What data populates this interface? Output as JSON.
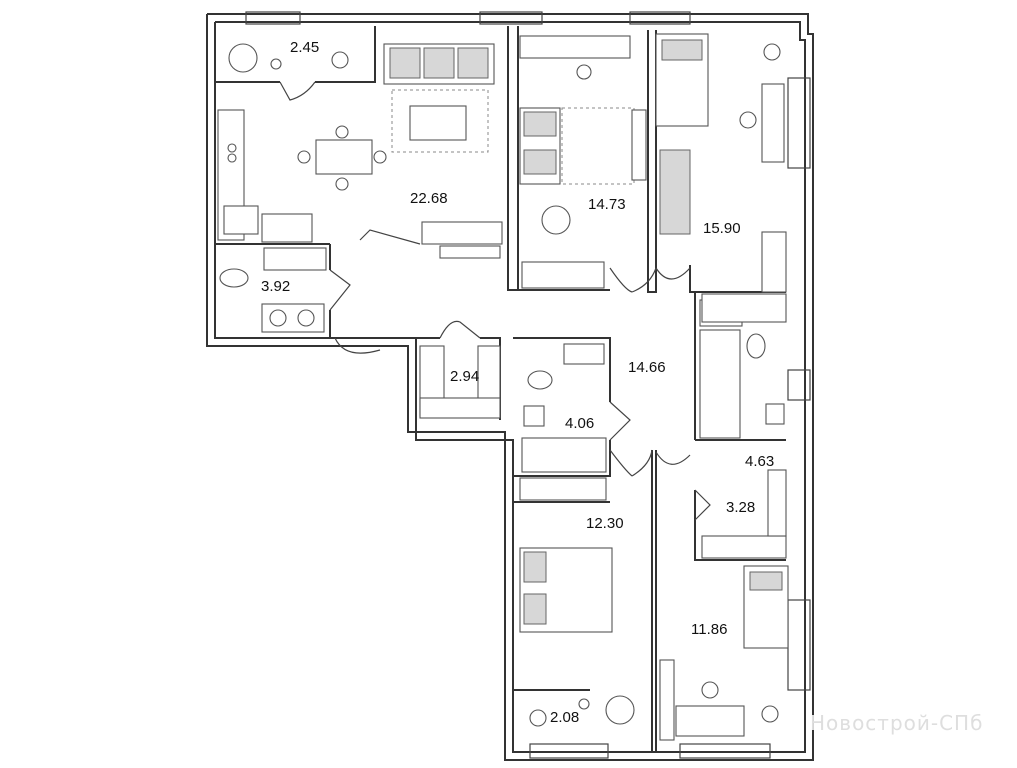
{
  "rooms": {
    "balcony_top": "2.45",
    "living_kitchen": "22.68",
    "bedroom_center": "14.73",
    "bedroom_right": "15.90",
    "bathroom_left": "3.92",
    "wardrobe": "2.94",
    "hall": "14.66",
    "bathroom_center": "4.06",
    "bathroom_right": "4.63",
    "closet_right": "3.28",
    "bedroom_bottom": "12.30",
    "bedroom_bottom_right": "11.86",
    "balcony_bottom": "2.08"
  },
  "watermark": "Новострой-СПб",
  "colors": {
    "wall": "#333333",
    "furniture_fill": "#d7d7d7",
    "background": "#ffffff"
  }
}
